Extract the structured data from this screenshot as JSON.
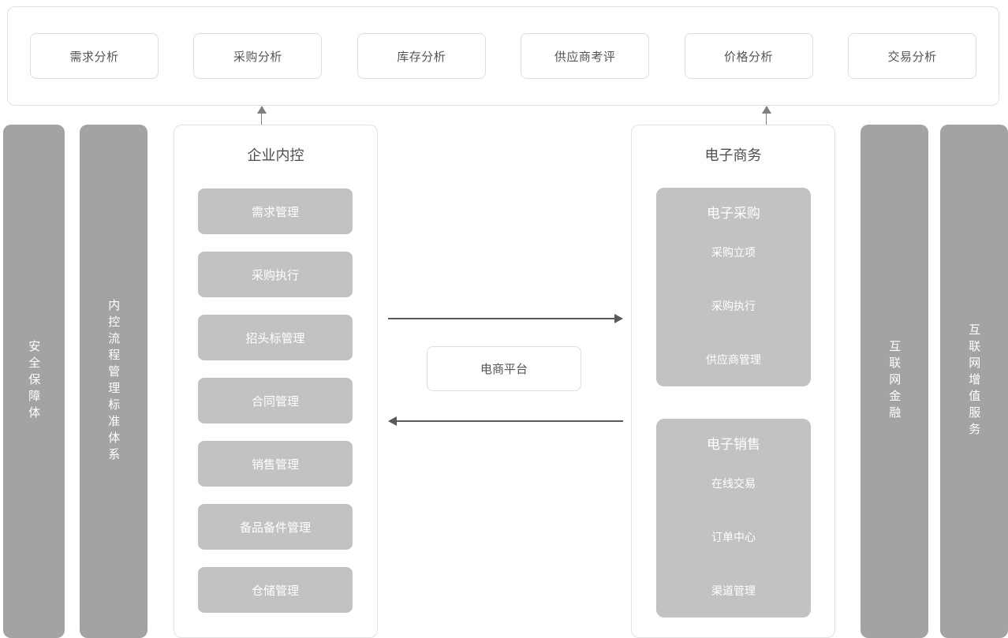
{
  "top_bar": {
    "cards": [
      {
        "label": "需求分析"
      },
      {
        "label": "采购分析"
      },
      {
        "label": "库存分析"
      },
      {
        "label": "供应商考评"
      },
      {
        "label": "价格分析"
      },
      {
        "label": "交易分析"
      }
    ]
  },
  "left_columns": [
    {
      "label": "安全保障体"
    },
    {
      "label": "内控流程管理标准体系"
    }
  ],
  "right_columns": [
    {
      "label": "互联网金融"
    },
    {
      "label": "互联网增值服务"
    }
  ],
  "internal_control_panel": {
    "title": "企业内控",
    "blocks": [
      {
        "label": "需求管理"
      },
      {
        "label": "采购执行"
      },
      {
        "label": "招头标管理"
      },
      {
        "label": "合同管理"
      },
      {
        "label": "销售管理"
      },
      {
        "label": "备品备件管理"
      },
      {
        "label": "仓储管理"
      }
    ]
  },
  "ecommerce_panel": {
    "title": "电子商务",
    "groups": [
      {
        "title": "电子采购",
        "items": [
          {
            "label": "采购立项"
          },
          {
            "label": "采购执行"
          },
          {
            "label": "供应商管理"
          }
        ]
      },
      {
        "title": "电子销售",
        "items": [
          {
            "label": "在线交易"
          },
          {
            "label": "订单中心"
          },
          {
            "label": "渠道管理"
          }
        ]
      }
    ]
  },
  "platform": {
    "label": "电商平台"
  },
  "colors": {
    "column_gray": "#a3a3a3",
    "block_gray": "#c2c2c2",
    "panel_border": "#e2e2e2",
    "card_border": "#dddddd",
    "text_dark": "#555555",
    "text_light": "#ffffff",
    "arrow": "#595959"
  }
}
